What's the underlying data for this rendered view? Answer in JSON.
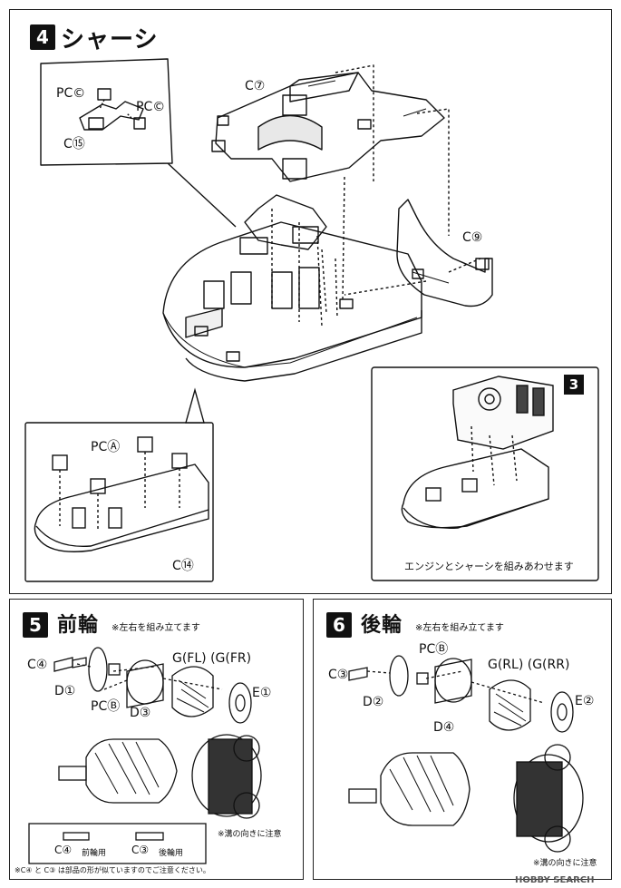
{
  "step4": {
    "number": "4",
    "title": "シャーシ",
    "labels": {
      "c7": "C⑦",
      "c9": "C⑨",
      "pc_c_left": "PC©",
      "pc_c_right": "PC©",
      "c15": "C⑮",
      "pc_a": "PCⒶ",
      "c14": "C⑭"
    },
    "sub_step_ref": "3",
    "sub_caption": "エンジンとシャーシを組みあわせます"
  },
  "step5": {
    "number": "5",
    "title": "前輪",
    "note": "※左右を組み立てます",
    "labels": {
      "c4": "C④",
      "d1": "D①",
      "pc_b": "PCⒷ",
      "d3": "D③",
      "g": "G(FL) (G(FR)",
      "e1": "E①"
    },
    "caution": "※溝の向きに注意",
    "legend": {
      "front_label": "C④",
      "front_use": "前輪用",
      "rear_label": "C③",
      "rear_use": "後輪用"
    },
    "footnote": "※C④ と C③ は部品の形が似ていますのでご注意ください。"
  },
  "step6": {
    "number": "6",
    "title": "後輪",
    "note": "※左右を組み立てます",
    "labels": {
      "pc_b": "PCⒷ",
      "c3": "C③",
      "d2": "D②",
      "d4": "D④",
      "g": "G(RL) (G(RR)",
      "e2": "E②"
    },
    "caution": "※溝の向きに注意"
  },
  "watermark": "HOBBY SEARCH"
}
